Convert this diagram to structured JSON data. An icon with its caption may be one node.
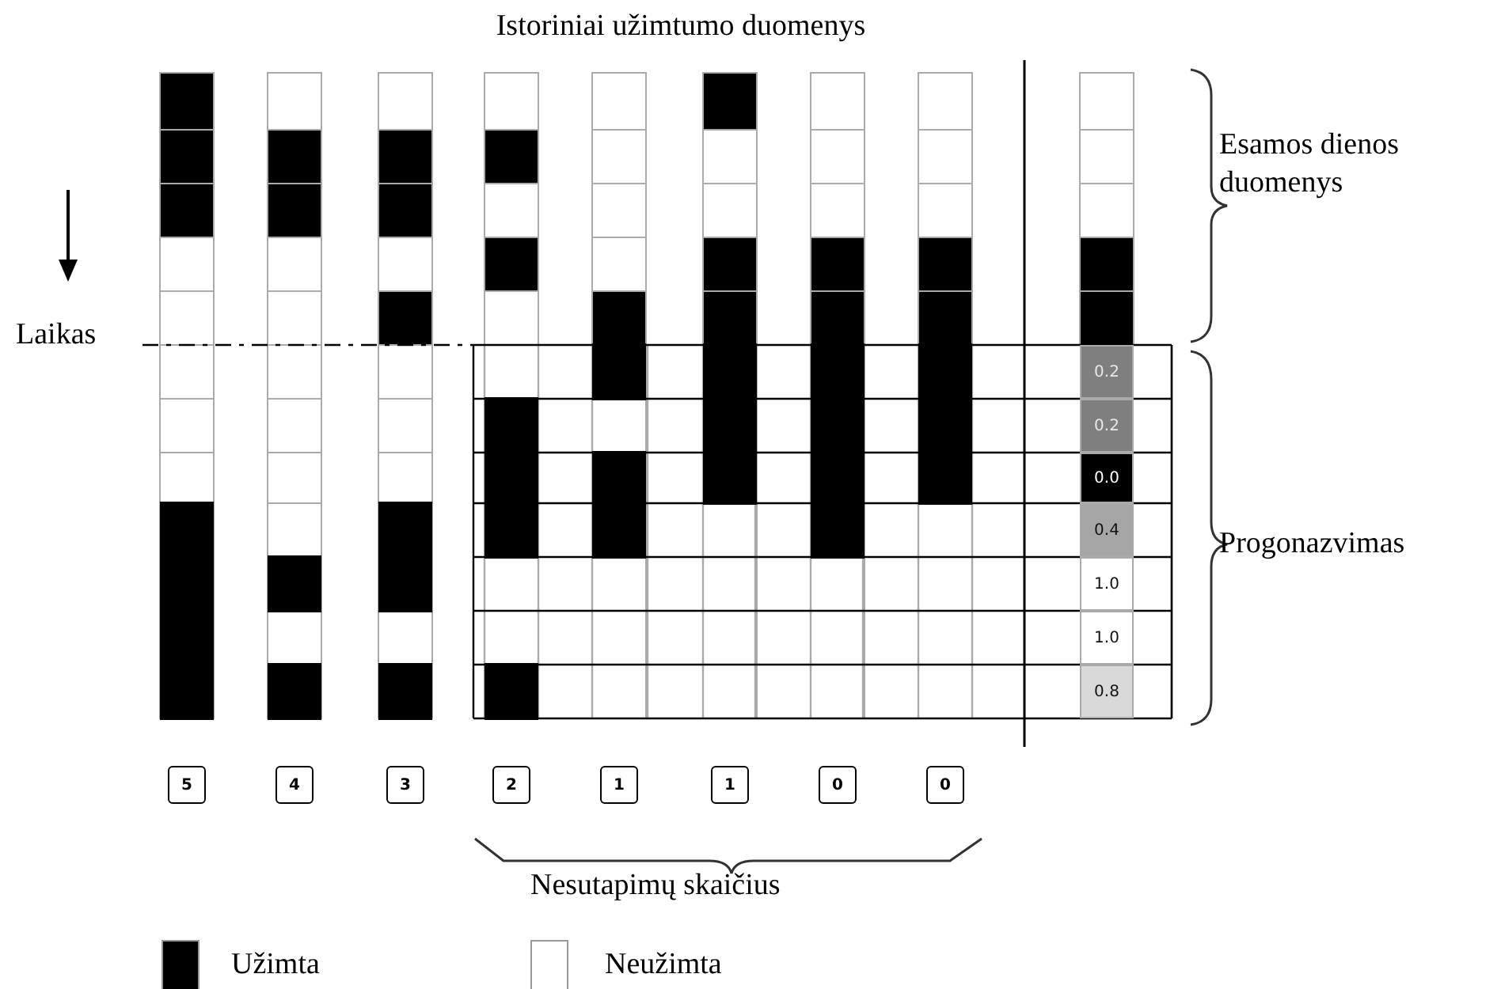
{
  "diagram": {
    "title": "Istoriniai užimtumo duomenys",
    "nodes": [
      {
        "text": [
          "5"
        ]
      },
      {
        "text": [
          "4"
        ]
      },
      {
        "text": [
          "3"
        ]
      },
      {
        "text": [
          "2"
        ]
      },
      {
        "text": [
          "1"
        ]
      },
      {
        "text": [
          "1"
        ]
      },
      {
        "text": [
          "0"
        ]
      },
      {
        "text": [
          "0"
        ]
      },
      {
        "text": [
          "0.2"
        ]
      },
      {
        "text": [
          "0.2"
        ]
      },
      {
        "text": [
          "0.0"
        ]
      },
      {
        "text": [
          "0.4"
        ]
      },
      {
        "text": [
          "1.0"
        ]
      },
      {
        "text": [
          "1.0"
        ]
      },
      {
        "text": [
          "0.8"
        ]
      }
    ],
    "edges": [],
    "labels": [
      "Laikas",
      "Esamos dienos duomenys",
      "Progonazvimas",
      "Nesutapimų skaičius"
    ],
    "legend": [
      {
        "text": "Užimta",
        "color": "#000000"
      },
      {
        "text": "Neužimta",
        "color": "#ffffff"
      }
    ]
  }
}
